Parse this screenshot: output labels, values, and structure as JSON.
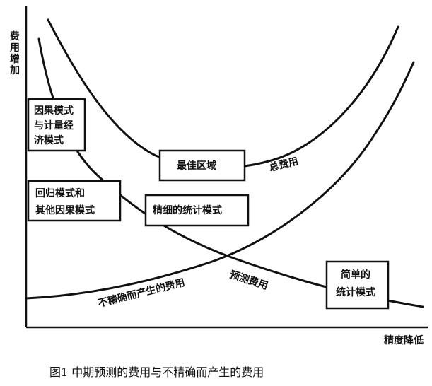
{
  "yaxis_label": [
    "费用",
    "增加"
  ],
  "xaxis_label": "精度降低",
  "caption": "图1   中期预测的费用与不精确而产生的费用",
  "boxes": {
    "causal_econometric": [
      "因果模式",
      "与计量经",
      "济模式"
    ],
    "regression": [
      "回归模式和",
      "其他因果模式"
    ],
    "optimal_zone": [
      "最佳区域"
    ],
    "refined_statistical": [
      "精细的统计模式"
    ],
    "simple_statistical": [
      "简单的",
      "统计模式"
    ]
  },
  "curve_labels": {
    "total_cost": "总费用",
    "forecast_cost": "预测费用",
    "inaccuracy_cost": "不精确而产生的费用"
  }
}
